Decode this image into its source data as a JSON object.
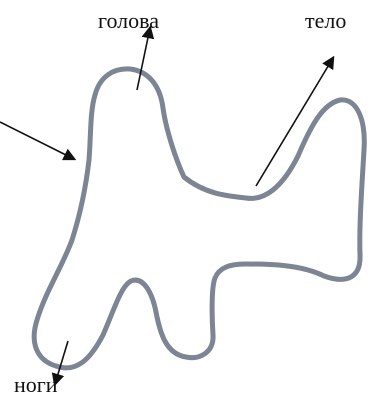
{
  "labels": {
    "head": "голова",
    "body": "тело",
    "legs": "ноги"
  },
  "colors": {
    "outline": "#7d8594",
    "arrow": "#111111",
    "text": "#111111"
  }
}
